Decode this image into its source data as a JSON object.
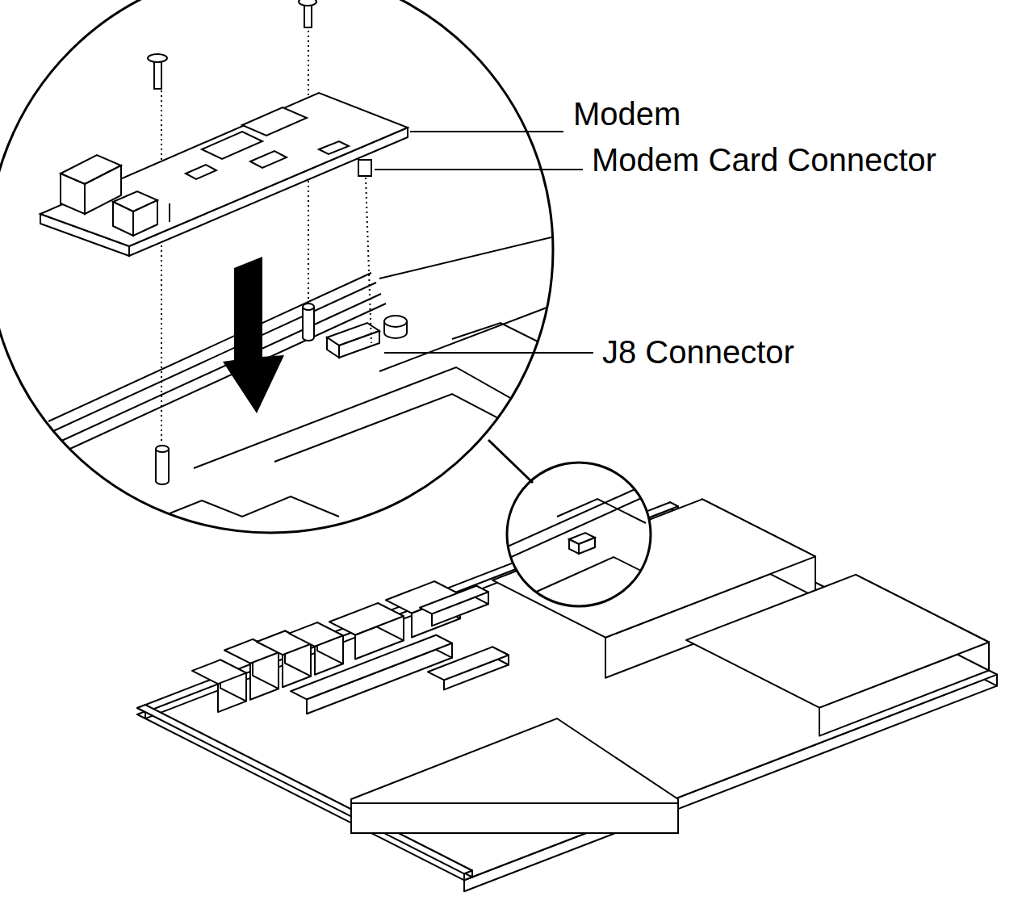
{
  "diagram": {
    "labels": [
      "Modem",
      "Modem Card Connector",
      "J8 Connector"
    ]
  }
}
